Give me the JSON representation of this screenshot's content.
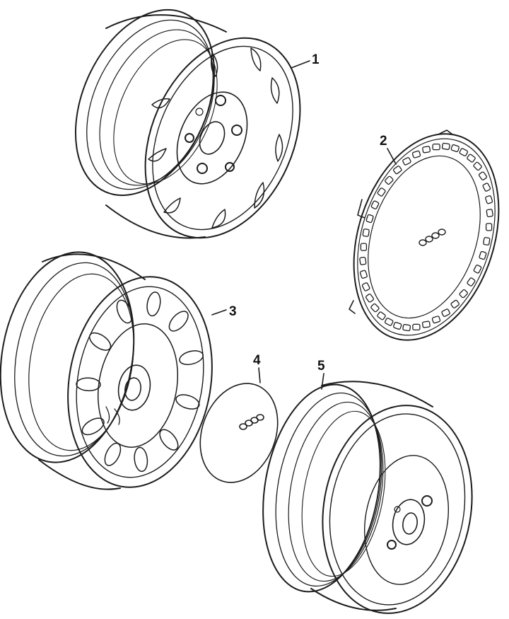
{
  "diagram": {
    "parts": [
      {
        "id": "1",
        "label": "1",
        "kind": "alloy-wheel-slotted-spokes"
      },
      {
        "id": "2",
        "label": "2",
        "kind": "full-wheel-cover"
      },
      {
        "id": "3",
        "label": "3",
        "kind": "alloy-wheel-oval-holes"
      },
      {
        "id": "4",
        "label": "4",
        "kind": "center-cap"
      },
      {
        "id": "5",
        "label": "5",
        "kind": "steel-wheel"
      }
    ]
  }
}
